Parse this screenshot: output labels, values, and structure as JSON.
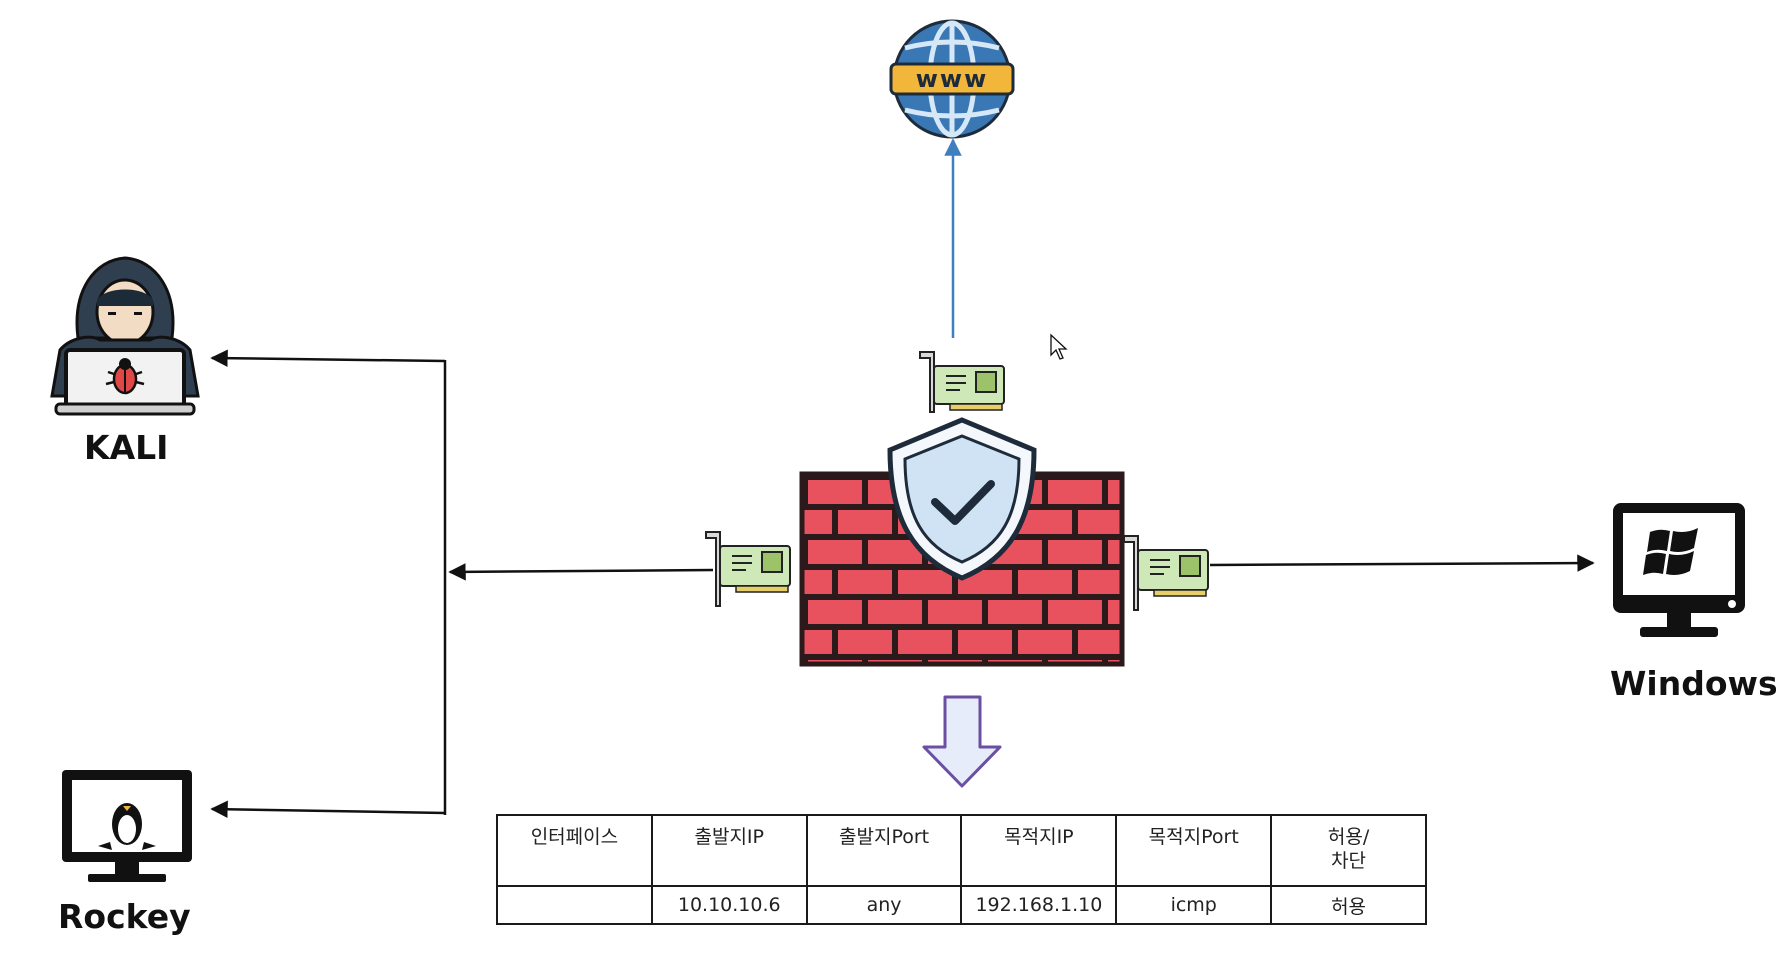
{
  "nodes": {
    "kali": {
      "label": "KALI"
    },
    "rocky": {
      "label": "Rockey"
    },
    "windows": {
      "label": "Windows"
    },
    "internet": {
      "label": "www"
    }
  },
  "rule_table": {
    "headers": [
      "인터페이스",
      "출발지IP",
      "출발지Port",
      "목적지IP",
      "목적지Port",
      "허용/\n차단"
    ],
    "rows": [
      [
        "",
        "10.10.10.6",
        "any",
        "192.168.1.10",
        "icmp",
        "허용"
      ]
    ]
  },
  "colors": {
    "brick": "#e8525f",
    "brick_mortar": "#2b1a1c",
    "shield": "#cfe3f5",
    "globe": "#3a78b5",
    "www_band": "#f2b63a",
    "nic_board": "#cfe8b8",
    "arrow_down_fill": "#e6ecfa",
    "arrow_down_stroke": "#6a4fa3",
    "up_link": "#3f7fbf"
  },
  "icons": [
    "hacker-laptop-icon",
    "linux-monitor-icon",
    "windows-monitor-icon",
    "globe-www-icon",
    "firewall-icon",
    "shield-check-icon",
    "network-card-icon",
    "mouse-cursor-icon"
  ]
}
